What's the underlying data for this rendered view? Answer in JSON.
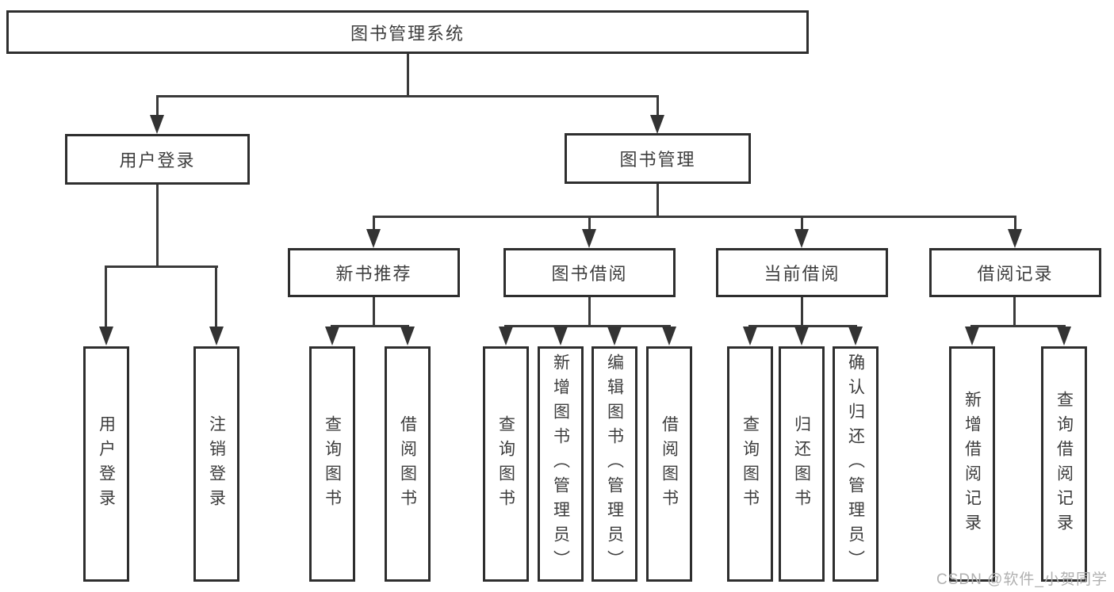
{
  "diagram": {
    "root": {
      "label": "图书管理系统"
    },
    "level2": [
      {
        "label": "用户登录"
      },
      {
        "label": "图书管理"
      }
    ],
    "level3": [
      {
        "label": "新书推荐"
      },
      {
        "label": "图书借阅"
      },
      {
        "label": "当前借阅"
      },
      {
        "label": "借阅记录"
      }
    ],
    "leaves": {
      "user_login": [
        {
          "label": "用户登录"
        },
        {
          "label": "注销登录"
        }
      ],
      "new_book_recommend": [
        {
          "label": "查询图书"
        },
        {
          "label": "借阅图书"
        }
      ],
      "book_borrow": [
        {
          "label": "查询图书"
        },
        {
          "label": "新增图书（管理员）"
        },
        {
          "label": "编辑图书（管理员）"
        },
        {
          "label": "借阅图书"
        }
      ],
      "current_borrow": [
        {
          "label": "查询图书"
        },
        {
          "label": "归还图书"
        },
        {
          "label": "确认归还（管理员）"
        }
      ],
      "borrow_records": [
        {
          "label": "新增借阅记录"
        },
        {
          "label": "查询借阅记录"
        }
      ]
    },
    "colors": {
      "line": "#3a3a3a",
      "box_border": "#2e2e2e",
      "text": "#3d3d3d",
      "watermark": "#b0b0b0",
      "background": "#ffffff"
    },
    "watermark": {
      "text": "CSDN @软件_小贺同学"
    }
  }
}
